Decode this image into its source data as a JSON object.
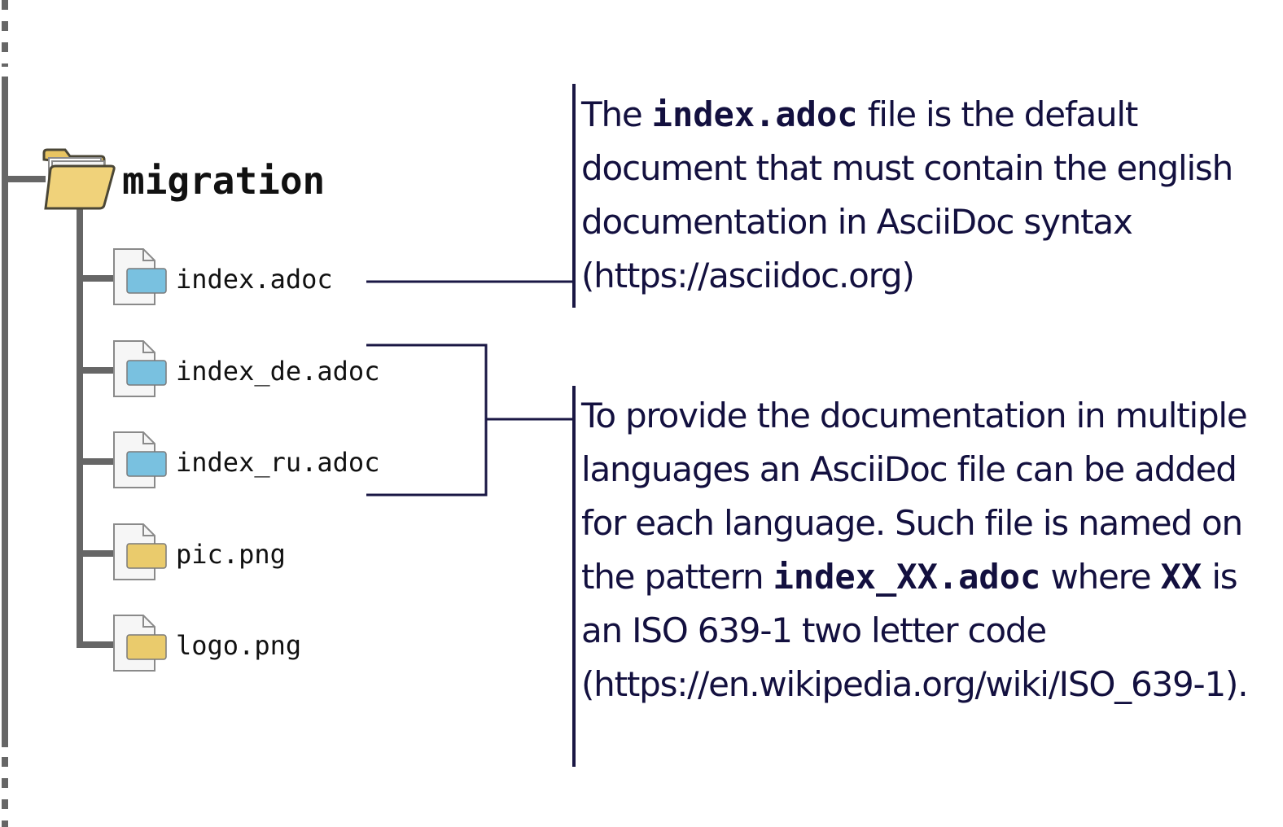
{
  "folder": {
    "name": "migration",
    "icon": "folder-icon"
  },
  "files": [
    {
      "name": "index.adoc",
      "icon": "document-icon",
      "badge_color": "#79c1e0"
    },
    {
      "name": "index_de.adoc",
      "icon": "document-icon",
      "badge_color": "#79c1e0"
    },
    {
      "name": "index_ru.adoc",
      "icon": "document-icon",
      "badge_color": "#79c1e0"
    },
    {
      "name": "pic.png",
      "icon": "image-file-icon",
      "badge_color": "#eacb6c"
    },
    {
      "name": "logo.png",
      "icon": "image-file-icon",
      "badge_color": "#eacb6c"
    }
  ],
  "descriptions": {
    "index_file": {
      "t1": "The ",
      "code1": "index.adoc",
      "t2": " file is the default document that must contain the english documentation in AsciiDoc syntax (https://asciidoc.org)"
    },
    "languages": {
      "t1": "To provide the documentation in multiple languages an AsciiDoc file can be added for each language. Such file is named on the pattern ",
      "code1": "index_XX.adoc",
      "t2": " where ",
      "code2": "XX",
      "t3": " is an ISO 639-1 two letter code (https://en.wikipedia.org/wiki/ISO_639-1)."
    }
  },
  "colors": {
    "tree_line": "#666666",
    "connector": "#1a1744",
    "text": "#13103f",
    "folder_fill": "#f0d27a",
    "folder_stroke": "#4a4636"
  }
}
